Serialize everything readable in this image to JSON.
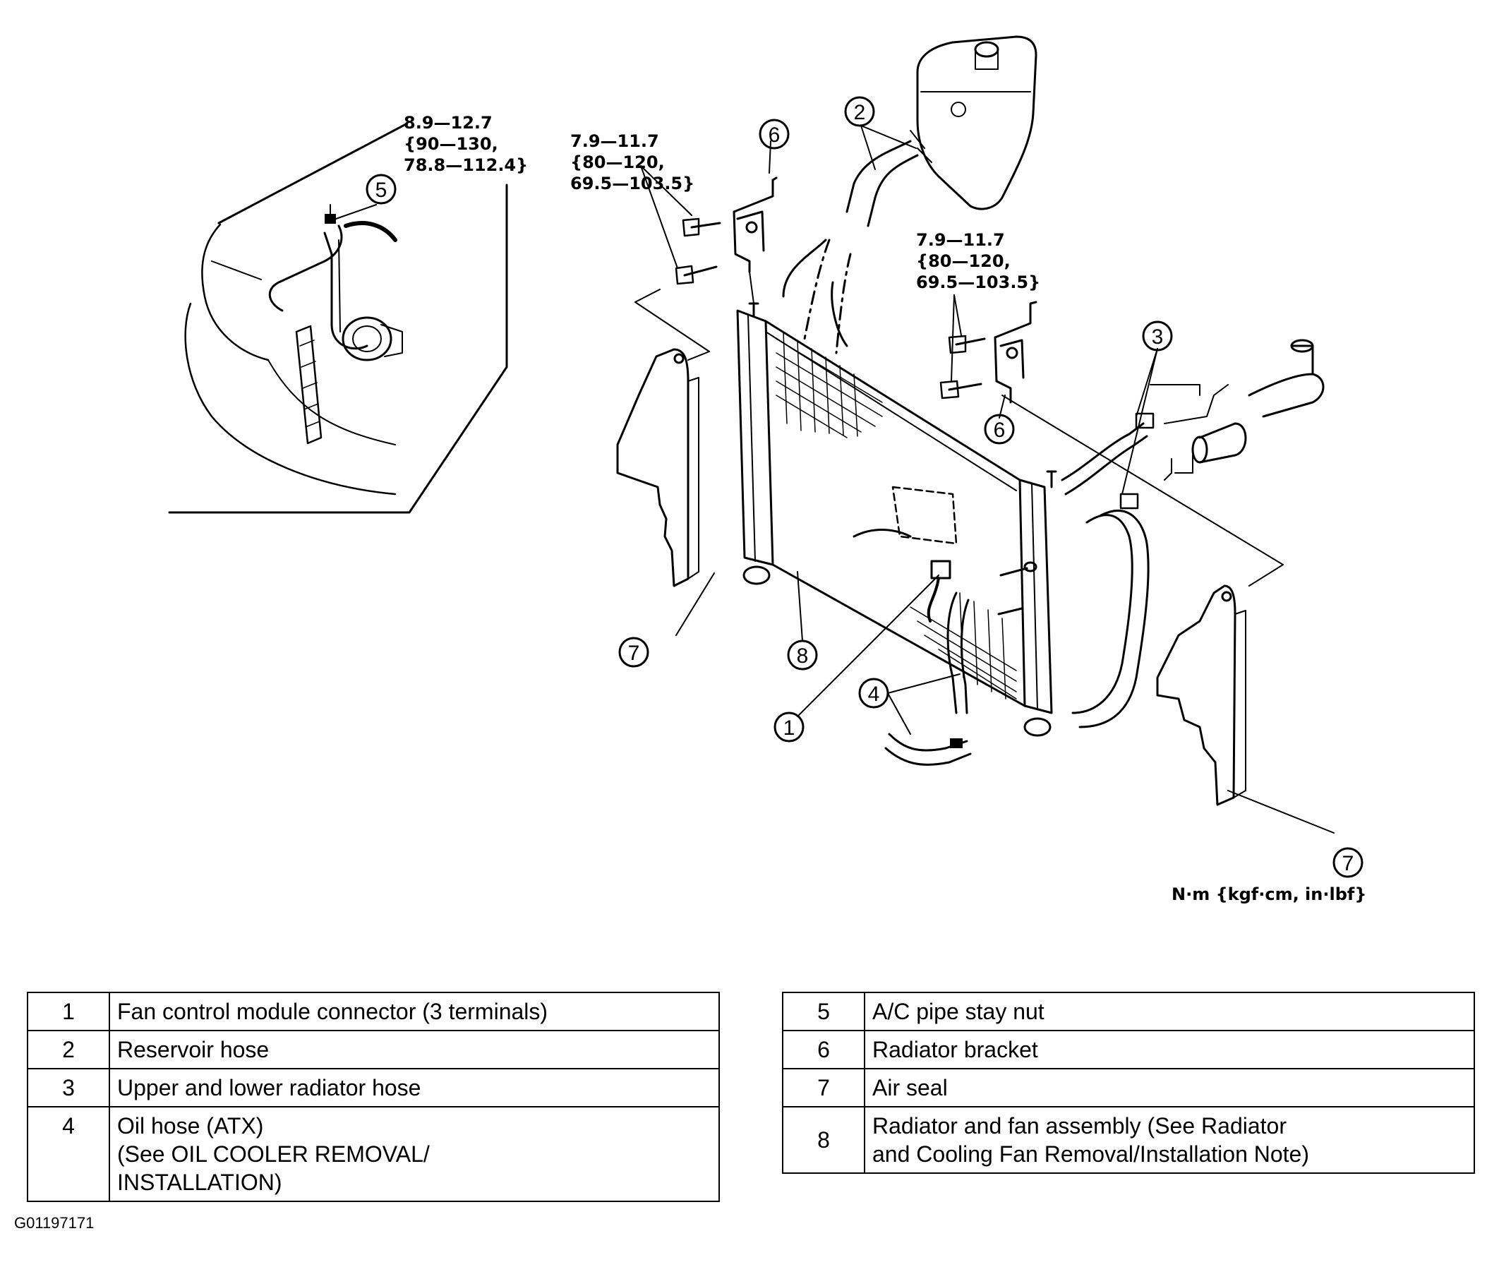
{
  "torque_specs": {
    "ac_nut": [
      "8.9—12.7",
      "{90—130,",
      "78.8—112.4}"
    ],
    "bracket_upper": [
      "7.9—11.7",
      "{80—120,",
      "69.5—103.5}"
    ],
    "bracket_right": [
      "7.9—11.7",
      "{80—120,",
      "69.5—103.5}"
    ]
  },
  "units_note": "N·m {kgf·cm, in·lbf}",
  "callouts": {
    "c1": "1",
    "c2": "2",
    "c3": "3",
    "c4": "4",
    "c5": "5",
    "c6a": "6",
    "c6b": "6",
    "c7a": "7",
    "c7b": "7",
    "c8": "8"
  },
  "legend_left": [
    {
      "num": "1",
      "text": "Fan control module connector (3 terminals)"
    },
    {
      "num": "2",
      "text": "Reservoir hose"
    },
    {
      "num": "3",
      "text": "Upper and lower radiator hose"
    },
    {
      "num": "4",
      "text": "Oil hose (ATX)\n(See OIL COOLER REMOVAL/\nINSTALLATION)"
    }
  ],
  "legend_right": [
    {
      "num": "5",
      "text": "A/C pipe stay nut"
    },
    {
      "num": "6",
      "text": "Radiator bracket"
    },
    {
      "num": "7",
      "text": "Air seal"
    },
    {
      "num": "8",
      "text": "Radiator and fan assembly (See Radiator\nand Cooling Fan Removal/Installation Note)"
    }
  ],
  "figure_id": "G01197171"
}
